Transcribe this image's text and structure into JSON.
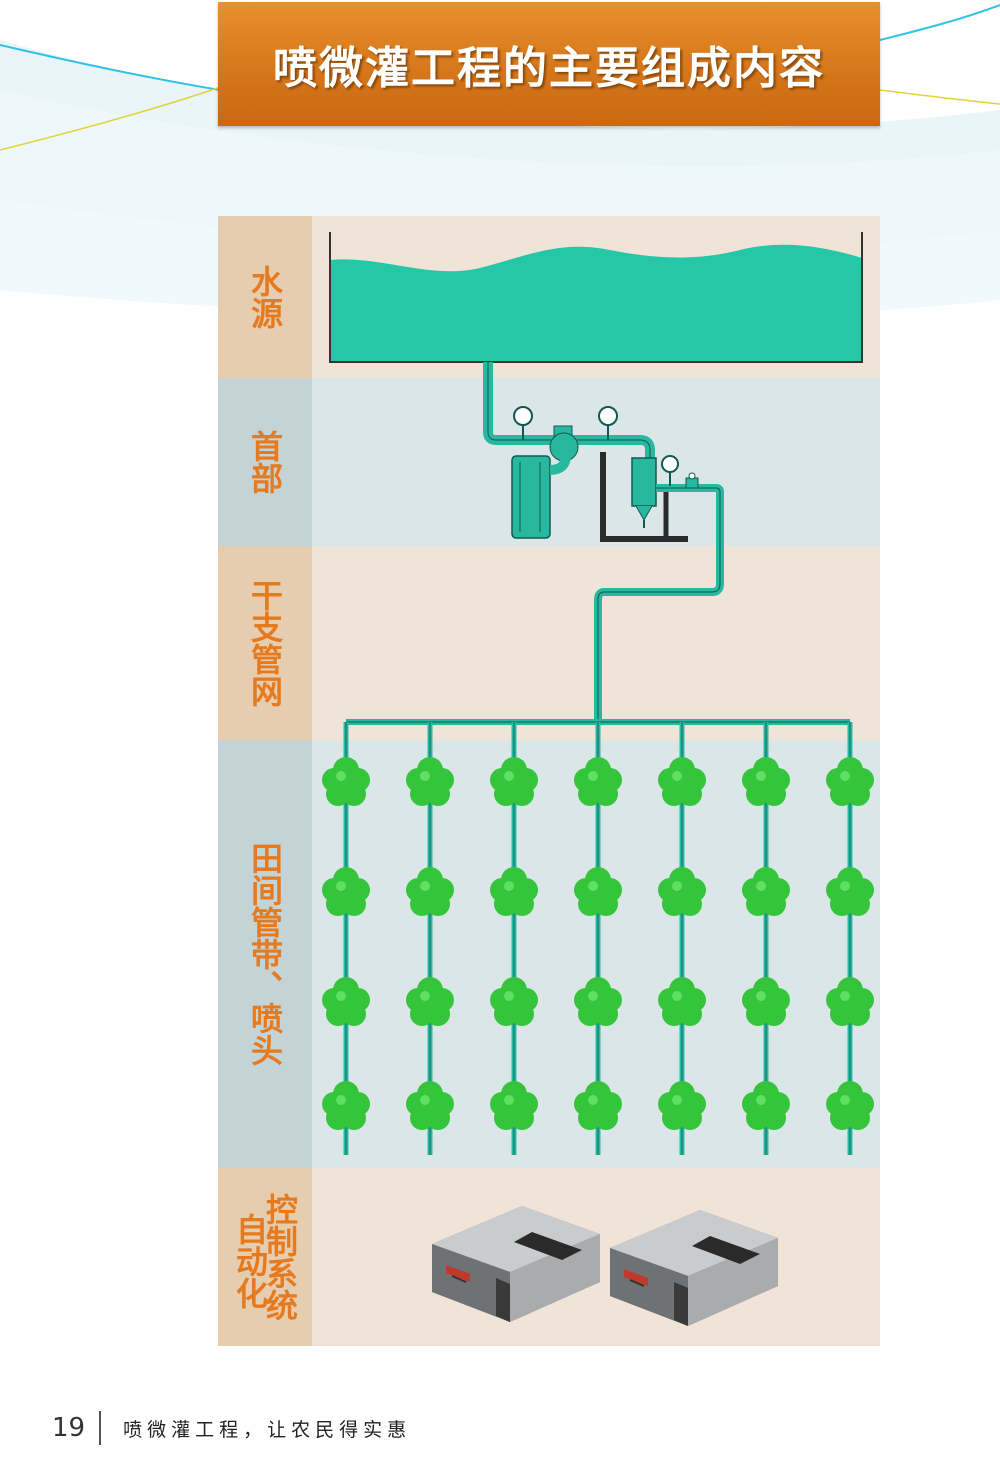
{
  "title": "喷微灌工程的主要组成内容",
  "sections": {
    "water_source": "水源",
    "head": "首部",
    "main_branch": "干支管网",
    "field": "田间管带、喷头",
    "control_a": "控制系统",
    "control_b": "自动化"
  },
  "footer": {
    "page_number": "19",
    "caption": "喷微灌工程，让农民得实惠"
  },
  "colors": {
    "water": "#25c7a6",
    "pipe": "#28b8a0",
    "shrub": "#35c53a",
    "label": "#e57a1f",
    "band_tan": "#f0e4d8",
    "band_blue": "#dbe6e8"
  }
}
